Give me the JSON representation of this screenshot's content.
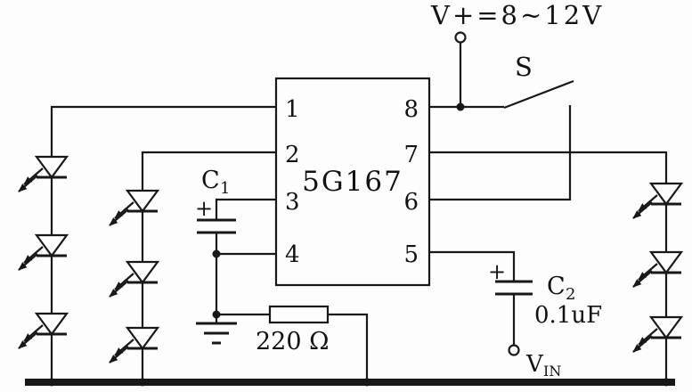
{
  "diagram": {
    "background": "#fdfdfd",
    "ink": "#181818"
  },
  "ic": {
    "label": "5G167",
    "pins_left": [
      "1",
      "2",
      "3",
      "4"
    ],
    "pins_right": [
      "8",
      "7",
      "6",
      "5"
    ]
  },
  "labels": {
    "supply": "V+=8~12V",
    "switch": "S",
    "cap1": "C",
    "cap1_sub": "1",
    "cap1_polarity": "+",
    "cap2": "C",
    "cap2_sub": "2",
    "cap2_polarity": "+",
    "cap2_value": "0.1uF",
    "resistor_value": "220 Ω",
    "vin": "V",
    "vin_sub": "IN"
  },
  "icons": {
    "led-icon": "diode-triangle-with-two-emission-arrows",
    "ground-icon": "three-bar-earth-ground",
    "capacitor-icon": "two-parallel-plates-polarized",
    "resistor-icon": "rectangle-body",
    "switch-icon": "angled-arm-open-contact",
    "terminal-icon": "open-circle"
  }
}
